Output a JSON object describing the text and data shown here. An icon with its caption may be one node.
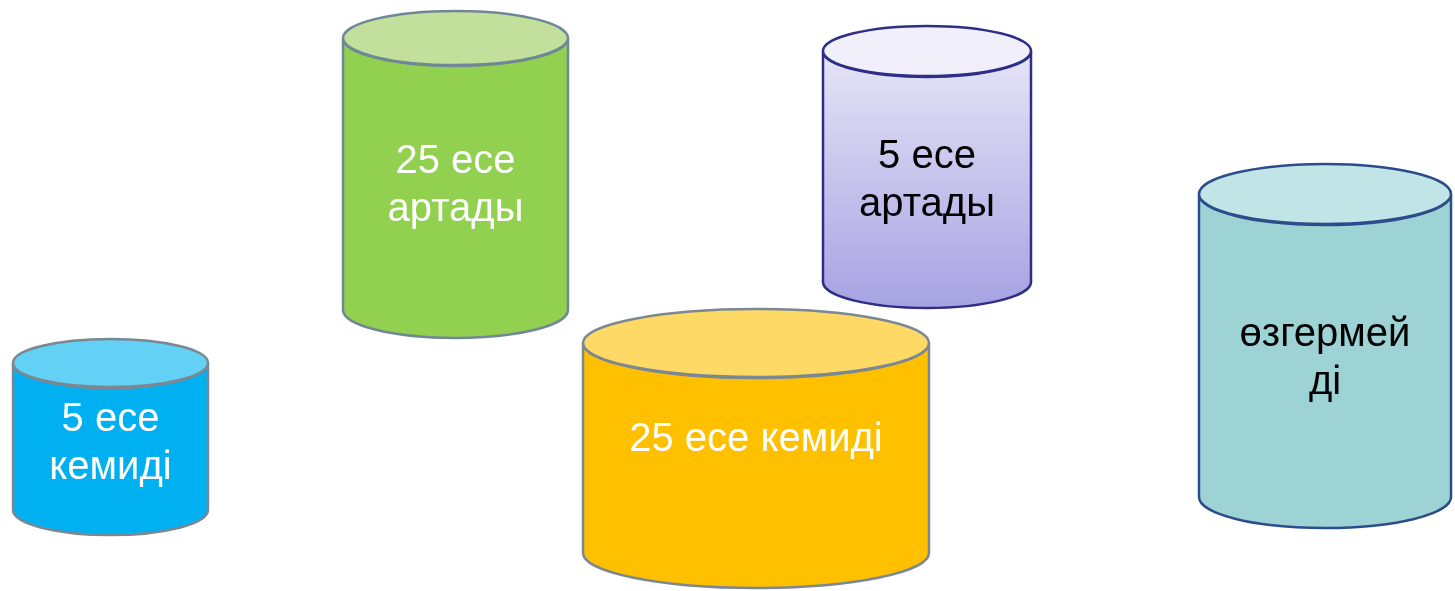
{
  "diagram": {
    "nodes": [
      {
        "text": [
          "25 есе артады"
        ]
      },
      {
        "text": [
          "5 есе артады"
        ]
      },
      {
        "text": [
          "өзгермей ді"
        ]
      },
      {
        "text": [
          "25 есе кемиді"
        ]
      },
      {
        "text": [
          "5 есе кемиді"
        ]
      }
    ]
  }
}
